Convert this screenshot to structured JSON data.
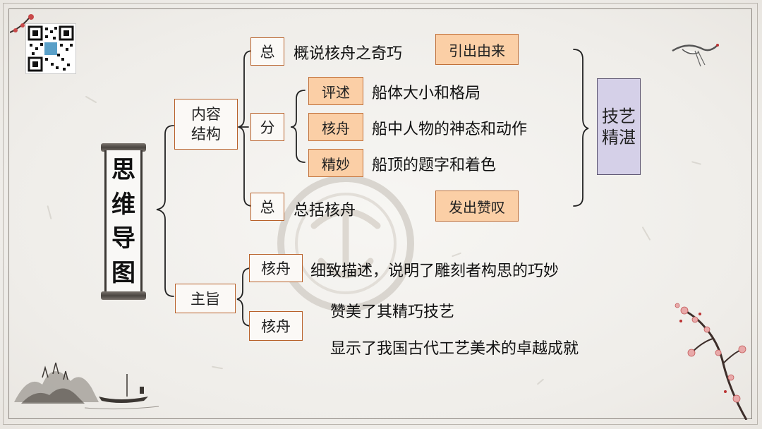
{
  "center_title": [
    "思",
    "维",
    "导",
    "图"
  ],
  "branches": {
    "content_structure": "内容\n结构",
    "theme": "主旨"
  },
  "content": {
    "intro": {
      "tag": "总",
      "text": "概说核舟之奇巧",
      "note": "引出由来"
    },
    "middle": {
      "tag": "分",
      "items": [
        {
          "tag": "评述",
          "text": "船体大小和格局"
        },
        {
          "tag": "核舟",
          "text": "船中人物的神态和动作"
        },
        {
          "tag": "精妙",
          "text": "船顶的题字和着色"
        }
      ]
    },
    "outro": {
      "tag": "总",
      "text": "总括核舟",
      "note": "发出赞叹"
    },
    "summary": "技艺\n精湛"
  },
  "theme": {
    "items": [
      {
        "tag": "核舟",
        "text": "细致描述，说明了雕刻者构思的巧妙"
      },
      {
        "tag": "核舟",
        "lines": [
          "赞美了其精巧技艺",
          "显示了我国古代工艺美术的卓越成就"
        ]
      }
    ]
  },
  "colors": {
    "accent_orange": "#fbcfa6",
    "box_border": "#b8612a",
    "summary_lavender": "#d5d0e8"
  }
}
